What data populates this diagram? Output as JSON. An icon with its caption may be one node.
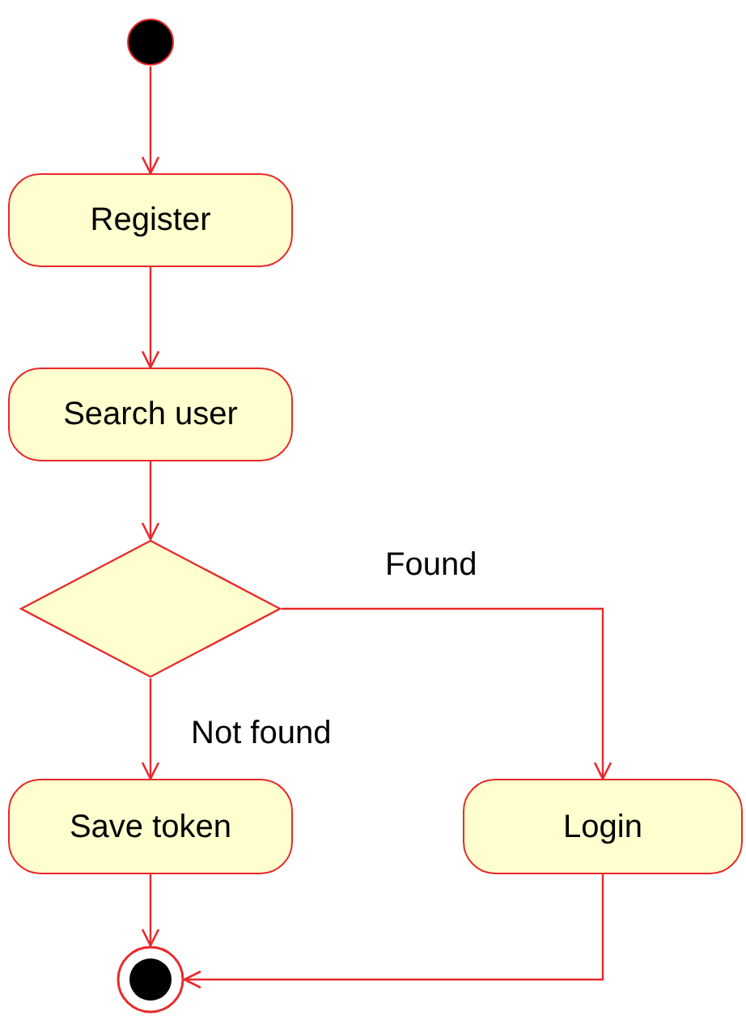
{
  "diagram": {
    "nodes": [
      {
        "text": [],
        "shape": "circle"
      },
      {
        "text": [
          "Register"
        ]
      },
      {
        "text": [
          "Search user"
        ]
      },
      {
        "text": [],
        "shape": "diamond"
      },
      {
        "text": [
          "Save token"
        ]
      },
      {
        "text": [
          "Login"
        ]
      },
      {
        "text": [],
        "shape": "circle"
      }
    ],
    "edges": [
      {
        "from": 0,
        "to": 1,
        "arrow": "to"
      },
      {
        "from": 1,
        "to": 2,
        "arrow": "to"
      },
      {
        "from": 2,
        "to": 3,
        "arrow": "to"
      },
      {
        "from": 3,
        "to": 5,
        "arrow": "to",
        "label": "Found"
      },
      {
        "from": 3,
        "to": 4,
        "arrow": "to",
        "label": "Not found"
      },
      {
        "from": 4,
        "to": 6,
        "arrow": "to"
      },
      {
        "from": 5,
        "to": 6,
        "arrow": "to"
      }
    ]
  }
}
